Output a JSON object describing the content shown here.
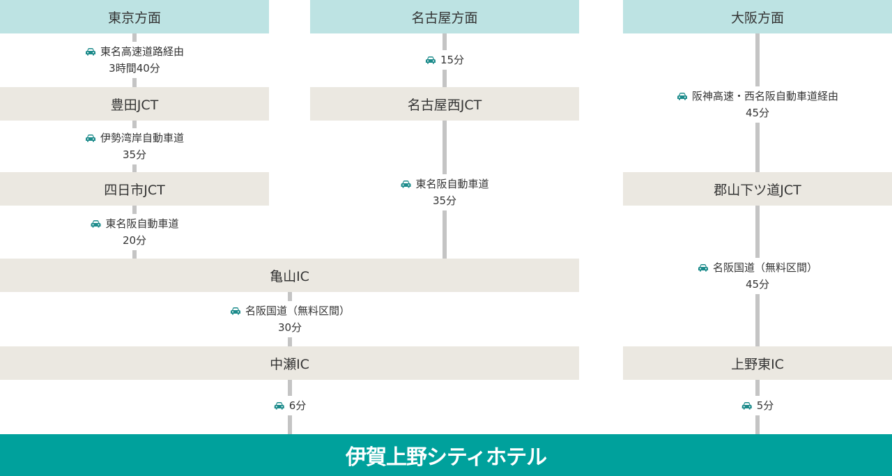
{
  "colors": {
    "header": "#bde3e3",
    "junction": "#ebe8e1",
    "hotel": "#00a19c",
    "car_icon": "#1a8a8a",
    "line": "#c4c4c4"
  },
  "headers": {
    "tokyo": "東京方面",
    "nagoya": "名古屋方面",
    "osaka": "大阪方面"
  },
  "points": {
    "toyota_jct": "豊田JCT",
    "yokkaichi_jct": "四日市JCT",
    "nagoya_nishi_jct": "名古屋西JCT",
    "koriyama_jct": "郡山下ツ道JCT",
    "kameyama_ic": "亀山IC",
    "nakase_ic": "中瀬IC",
    "ueno_higashi_ic": "上野東IC"
  },
  "routes": {
    "tokyo_1": {
      "road": "東名高速道路経由",
      "time": "3時間40分"
    },
    "tokyo_2": {
      "road": "伊勢湾岸自動車道",
      "time": "35分"
    },
    "tokyo_3": {
      "road": "東名阪自動車道",
      "time": "20分"
    },
    "nagoya_1": {
      "time": "15分"
    },
    "nagoya_2": {
      "road": "東名阪自動車道",
      "time": "35分"
    },
    "osaka_1": {
      "road": "阪神高速・西名阪自動車道経由",
      "time": "45分"
    },
    "osaka_2": {
      "road": "名阪国道（無料区間）",
      "time": "45分"
    },
    "kameyama": {
      "road": "名阪国道（無料区間）",
      "time": "30分"
    },
    "nakase": {
      "time": "6分"
    },
    "ueno": {
      "time": "5分"
    }
  },
  "destination": "伊賀上野シティホテル"
}
